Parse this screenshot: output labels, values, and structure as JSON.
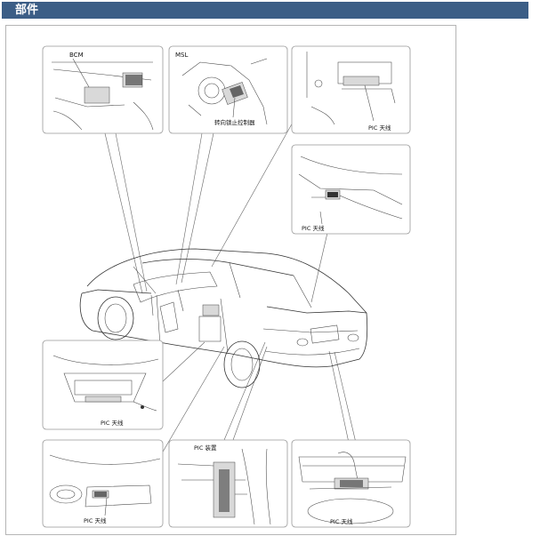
{
  "page": {
    "title": "部件"
  },
  "callouts": {
    "bcm": "BCM",
    "msl": "MSL",
    "steering_lock_controller": "转向锁止控制器",
    "pic_antenna_console": "PIC 天线",
    "pic_antenna_rear_shelf": "PIC 天线",
    "pic_antenna_front_floor": "PIC 天线",
    "pic_antenna_rear_floor": "PIC 天线",
    "pic_device": "PIC 装置",
    "pic_antenna_trunk": "PIC 天线"
  },
  "colors": {
    "header_bg": "#3c5e86",
    "header_text": "#ffffff",
    "line": "#333333",
    "panel_border": "#999999"
  }
}
